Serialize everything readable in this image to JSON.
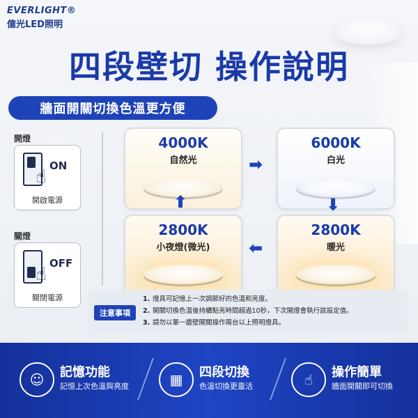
{
  "brand": {
    "en": "EVERLIGHT®",
    "zh": "億光LED照明"
  },
  "title": "四段壁切 操作說明",
  "subtitle": "牆面開關切換色溫更方便",
  "switches": [
    {
      "heading": "開燈",
      "state": "ON",
      "caption": "開啟電源"
    },
    {
      "heading": "關燈",
      "state": "OFF",
      "caption": "關閉電源"
    }
  ],
  "modes": [
    {
      "temp": "4000K",
      "name": "自然光"
    },
    {
      "temp": "6000K",
      "name": "白光"
    },
    {
      "temp": "2800K",
      "name": "小夜燈(微光)"
    },
    {
      "temp": "2800K",
      "name": "暖光"
    }
  ],
  "notes": {
    "tag": "注意事項",
    "items": [
      {
        "num": "1.",
        "text": "燈具可記憶上一次調節好的色溫和亮度。"
      },
      {
        "num": "2.",
        "text": "開關切換色溫後持續點亮時間超過10秒，下次開燈會執行該設定值。"
      },
      {
        "num": "3.",
        "text": "請勿以單一牆壁開關操作兩台以上照明燈具。"
      }
    ]
  },
  "features": [
    {
      "title": "記憶功能",
      "desc": "記憶上次色溫與亮度",
      "icon": "head-memory-icon"
    },
    {
      "title": "四段切換",
      "desc": "色溫切換更靈活",
      "icon": "grid-icon"
    },
    {
      "title": "操作簡單",
      "desc": "牆面開關即可切換",
      "icon": "tap-hand-icon"
    }
  ],
  "colors": {
    "primary": "#1e43b8",
    "footer": "#14309a"
  }
}
